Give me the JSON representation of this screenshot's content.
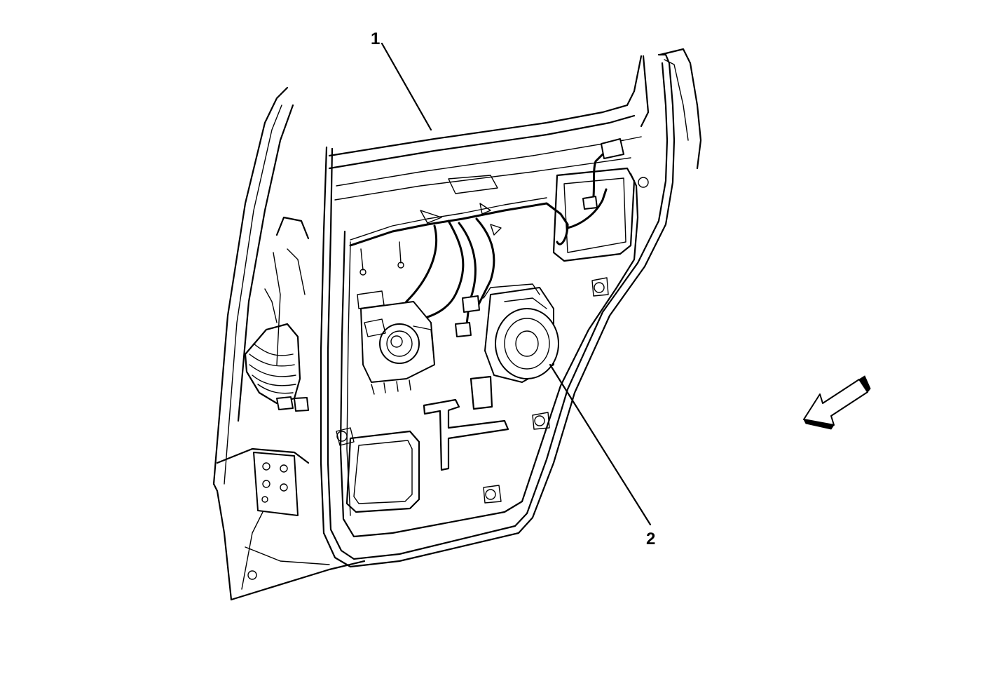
{
  "callouts": [
    {
      "id": "1",
      "label": "1"
    },
    {
      "id": "2",
      "label": "2"
    }
  ],
  "icons": {
    "view_arrow": "view-direction-arrow-icon"
  },
  "colors": {
    "line": "#000000",
    "background": "#ffffff"
  }
}
